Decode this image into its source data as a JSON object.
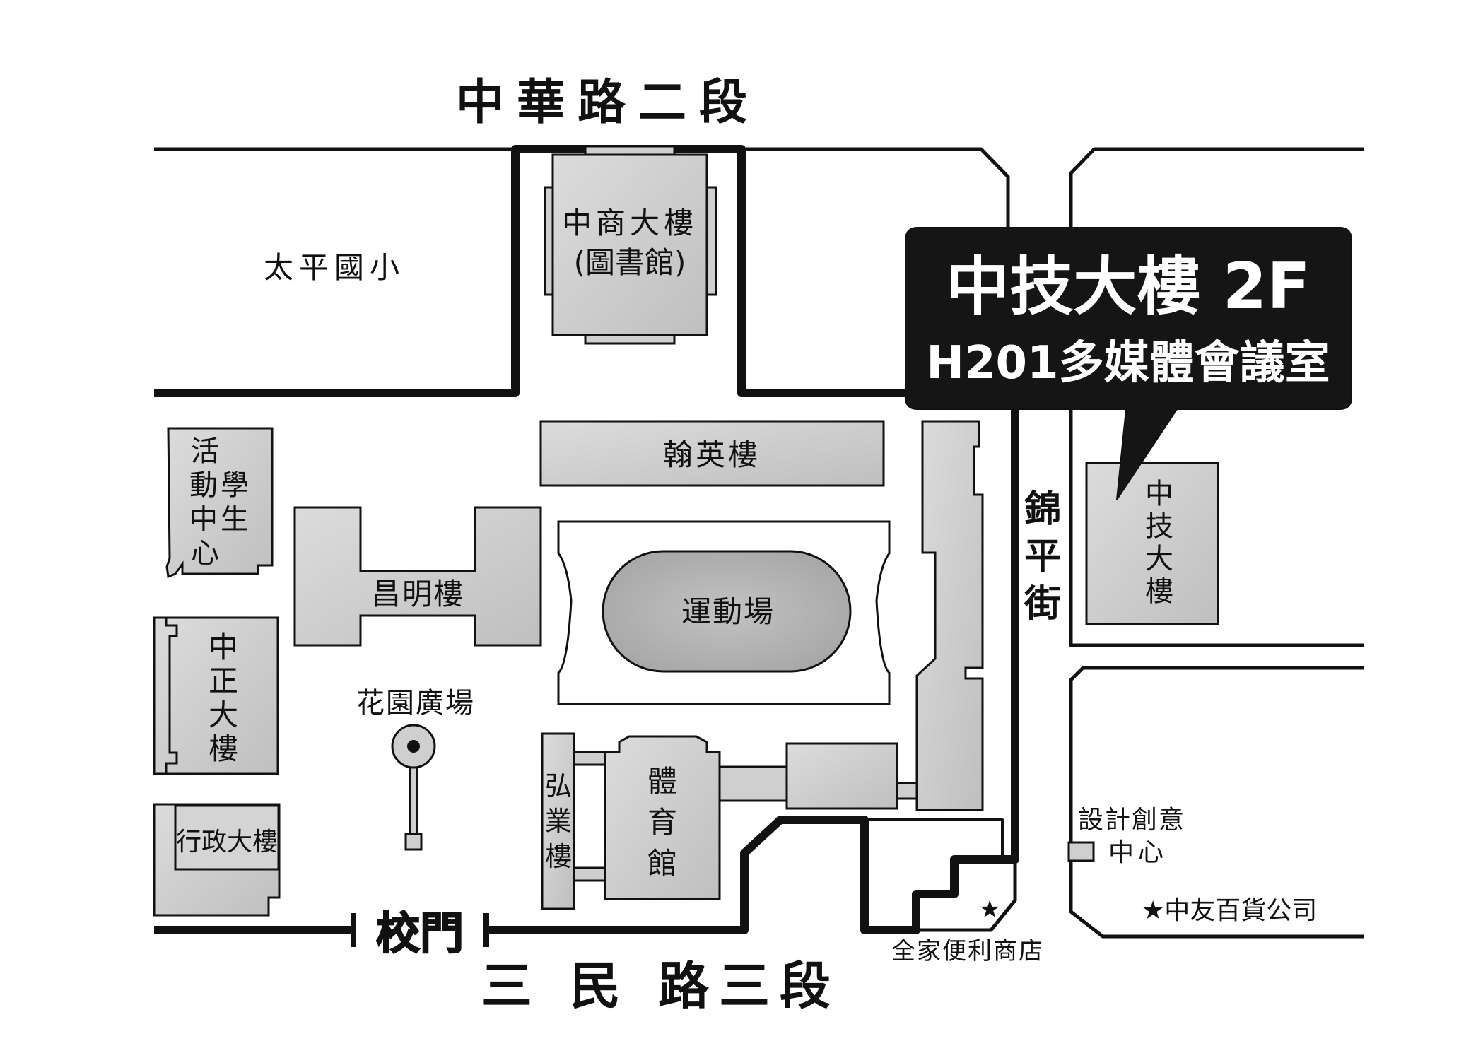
{
  "roads": {
    "north": "中華路二段",
    "south": "三 民 路三段",
    "east": "錦平街"
  },
  "gate": "校門",
  "callout": {
    "line1": "中技大樓 2F",
    "line2": "H201多媒體會議室"
  },
  "buildings": {
    "taiping": "太平國小",
    "library_1": "中商大樓",
    "library_2": "(圖書館)",
    "hanying": "翰英樓",
    "student_center": [
      "活",
      "動學",
      "中生",
      "心"
    ],
    "changming": "昌明樓",
    "stadium": "運動場",
    "zhongzheng": [
      "中",
      "正",
      "大",
      "樓"
    ],
    "garden": "花園廣場",
    "admin": "行政大樓",
    "hongye": [
      "弘",
      "業",
      "樓"
    ],
    "gym": [
      "體",
      "育",
      "館"
    ],
    "zhongji": [
      "中",
      "技",
      "大",
      "樓"
    ]
  },
  "poi": {
    "design_1": "設計創意",
    "design_2": "中心",
    "dept_store": "★中友百貨公司",
    "store_star": "★",
    "family_mart": "全家便利商店"
  },
  "colors": {
    "building_fill": "#cfcfcf",
    "stadium_fill": "#b5b5b5",
    "callout_fill": "#151515"
  }
}
